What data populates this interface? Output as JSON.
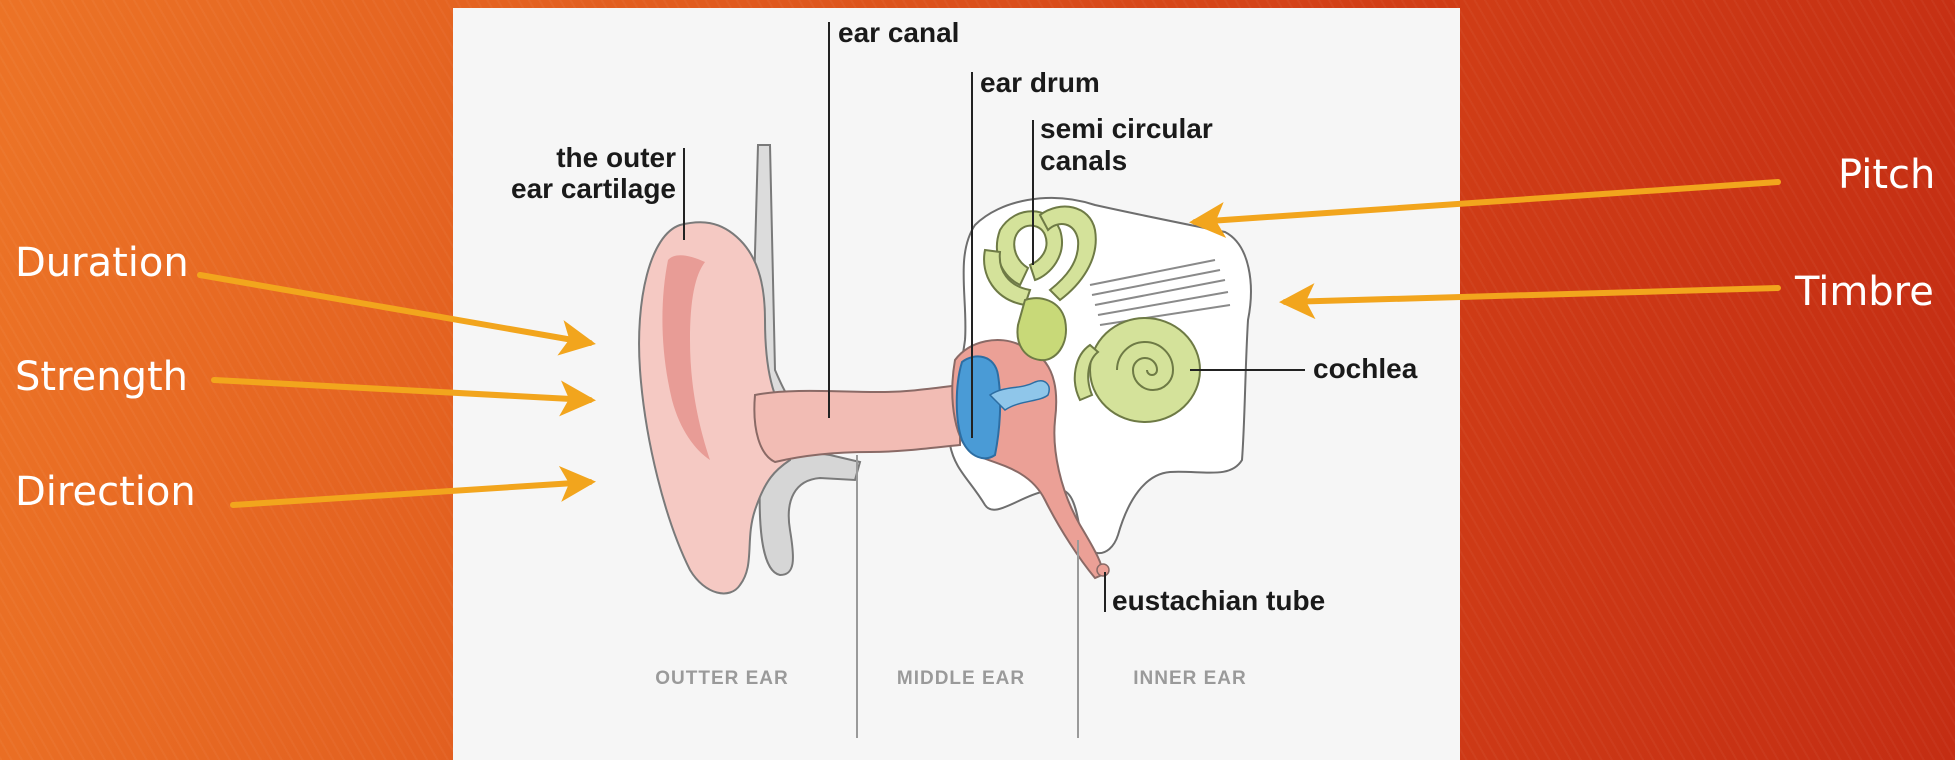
{
  "left_labels": [
    "Duration",
    "Strength",
    "Direction"
  ],
  "right_labels": [
    "Pitch",
    "Timbre"
  ],
  "diagram": {
    "labels": {
      "ear_canal": "ear canal",
      "ear_drum": "ear drum",
      "semi_circular_1": "semi circular",
      "semi_circular_2": "canals",
      "outer_cartilage_1": "the outer",
      "outer_cartilage_2": "ear cartilage",
      "cochlea": "cochlea",
      "eustachian_tube": "eustachian tube"
    },
    "regions": [
      "OUTTER EAR",
      "MIDDLE EAR",
      "INNER EAR"
    ]
  },
  "colors": {
    "arrow": "#f2a51d",
    "skin": "#f5c9c3",
    "skin_dark": "#e8928a",
    "inner_green": "#d4e29a",
    "drum_blue": "#4a9bd6",
    "bone_grey": "#cfcfcf"
  }
}
